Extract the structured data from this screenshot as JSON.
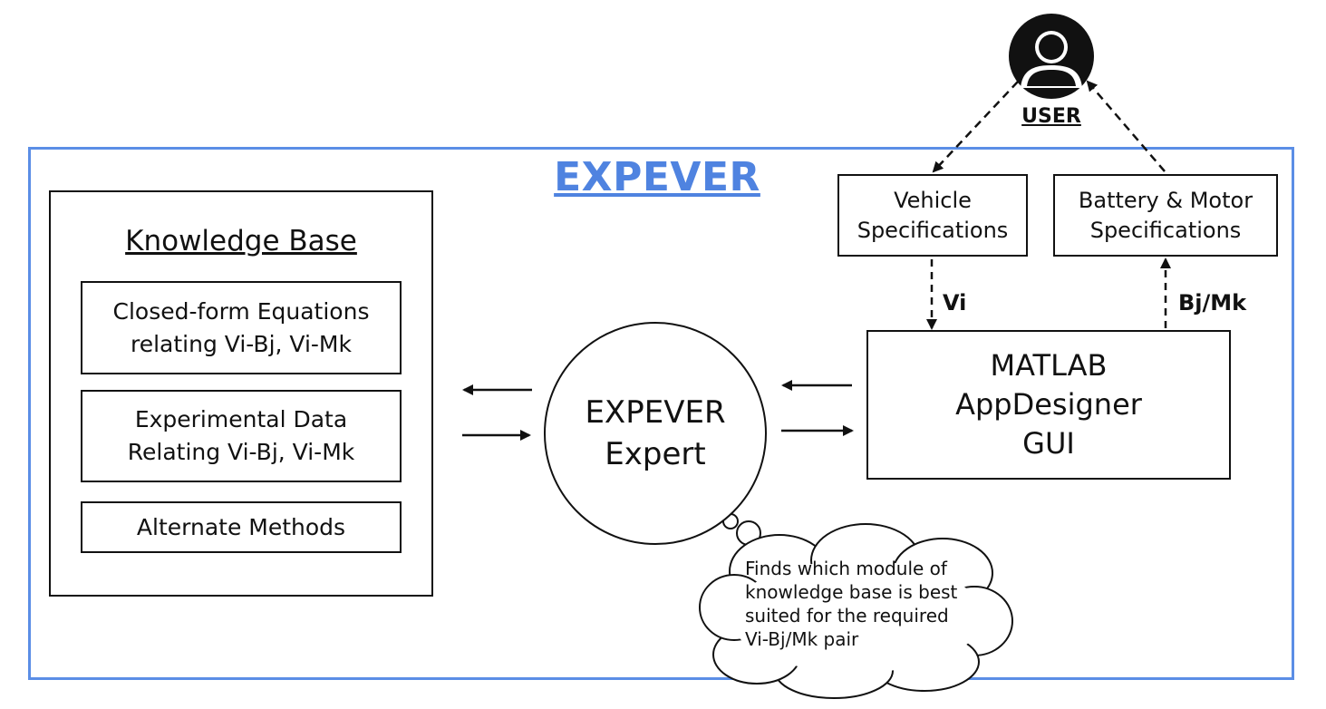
{
  "title": "EXPEVER",
  "user": {
    "label": "USER",
    "icon": "user-icon"
  },
  "knowledge_base": {
    "title": "Knowledge Base",
    "modules": [
      {
        "lines": [
          "Closed-form Equations",
          "relating Vi-Bj, Vi-Mk"
        ]
      },
      {
        "lines": [
          "Experimental Data",
          "Relating Vi-Bj, Vi-Mk"
        ]
      },
      {
        "lines": [
          "Alternate Methods"
        ]
      }
    ]
  },
  "expert": {
    "lines": [
      "EXPEVER",
      "Expert"
    ]
  },
  "gui": {
    "lines": [
      "MATLAB",
      "AppDesigner",
      "GUI"
    ]
  },
  "vehicle_specs": {
    "lines": [
      "Vehicle",
      "Specifications"
    ]
  },
  "battery_motor_specs": {
    "lines": [
      "Battery & Motor",
      "Specifications"
    ]
  },
  "edge_labels": {
    "vehicle_to_gui": "Vi",
    "gui_to_battery": "Bj/Mk"
  },
  "thought": {
    "lines": [
      "Finds which module of",
      "knowledge base is best",
      "suited for the required",
      "Vi-Bj/Mk pair"
    ]
  },
  "colors": {
    "accent": "#4f83e0",
    "frame": "#5b8ee6",
    "ink": "#111111"
  }
}
